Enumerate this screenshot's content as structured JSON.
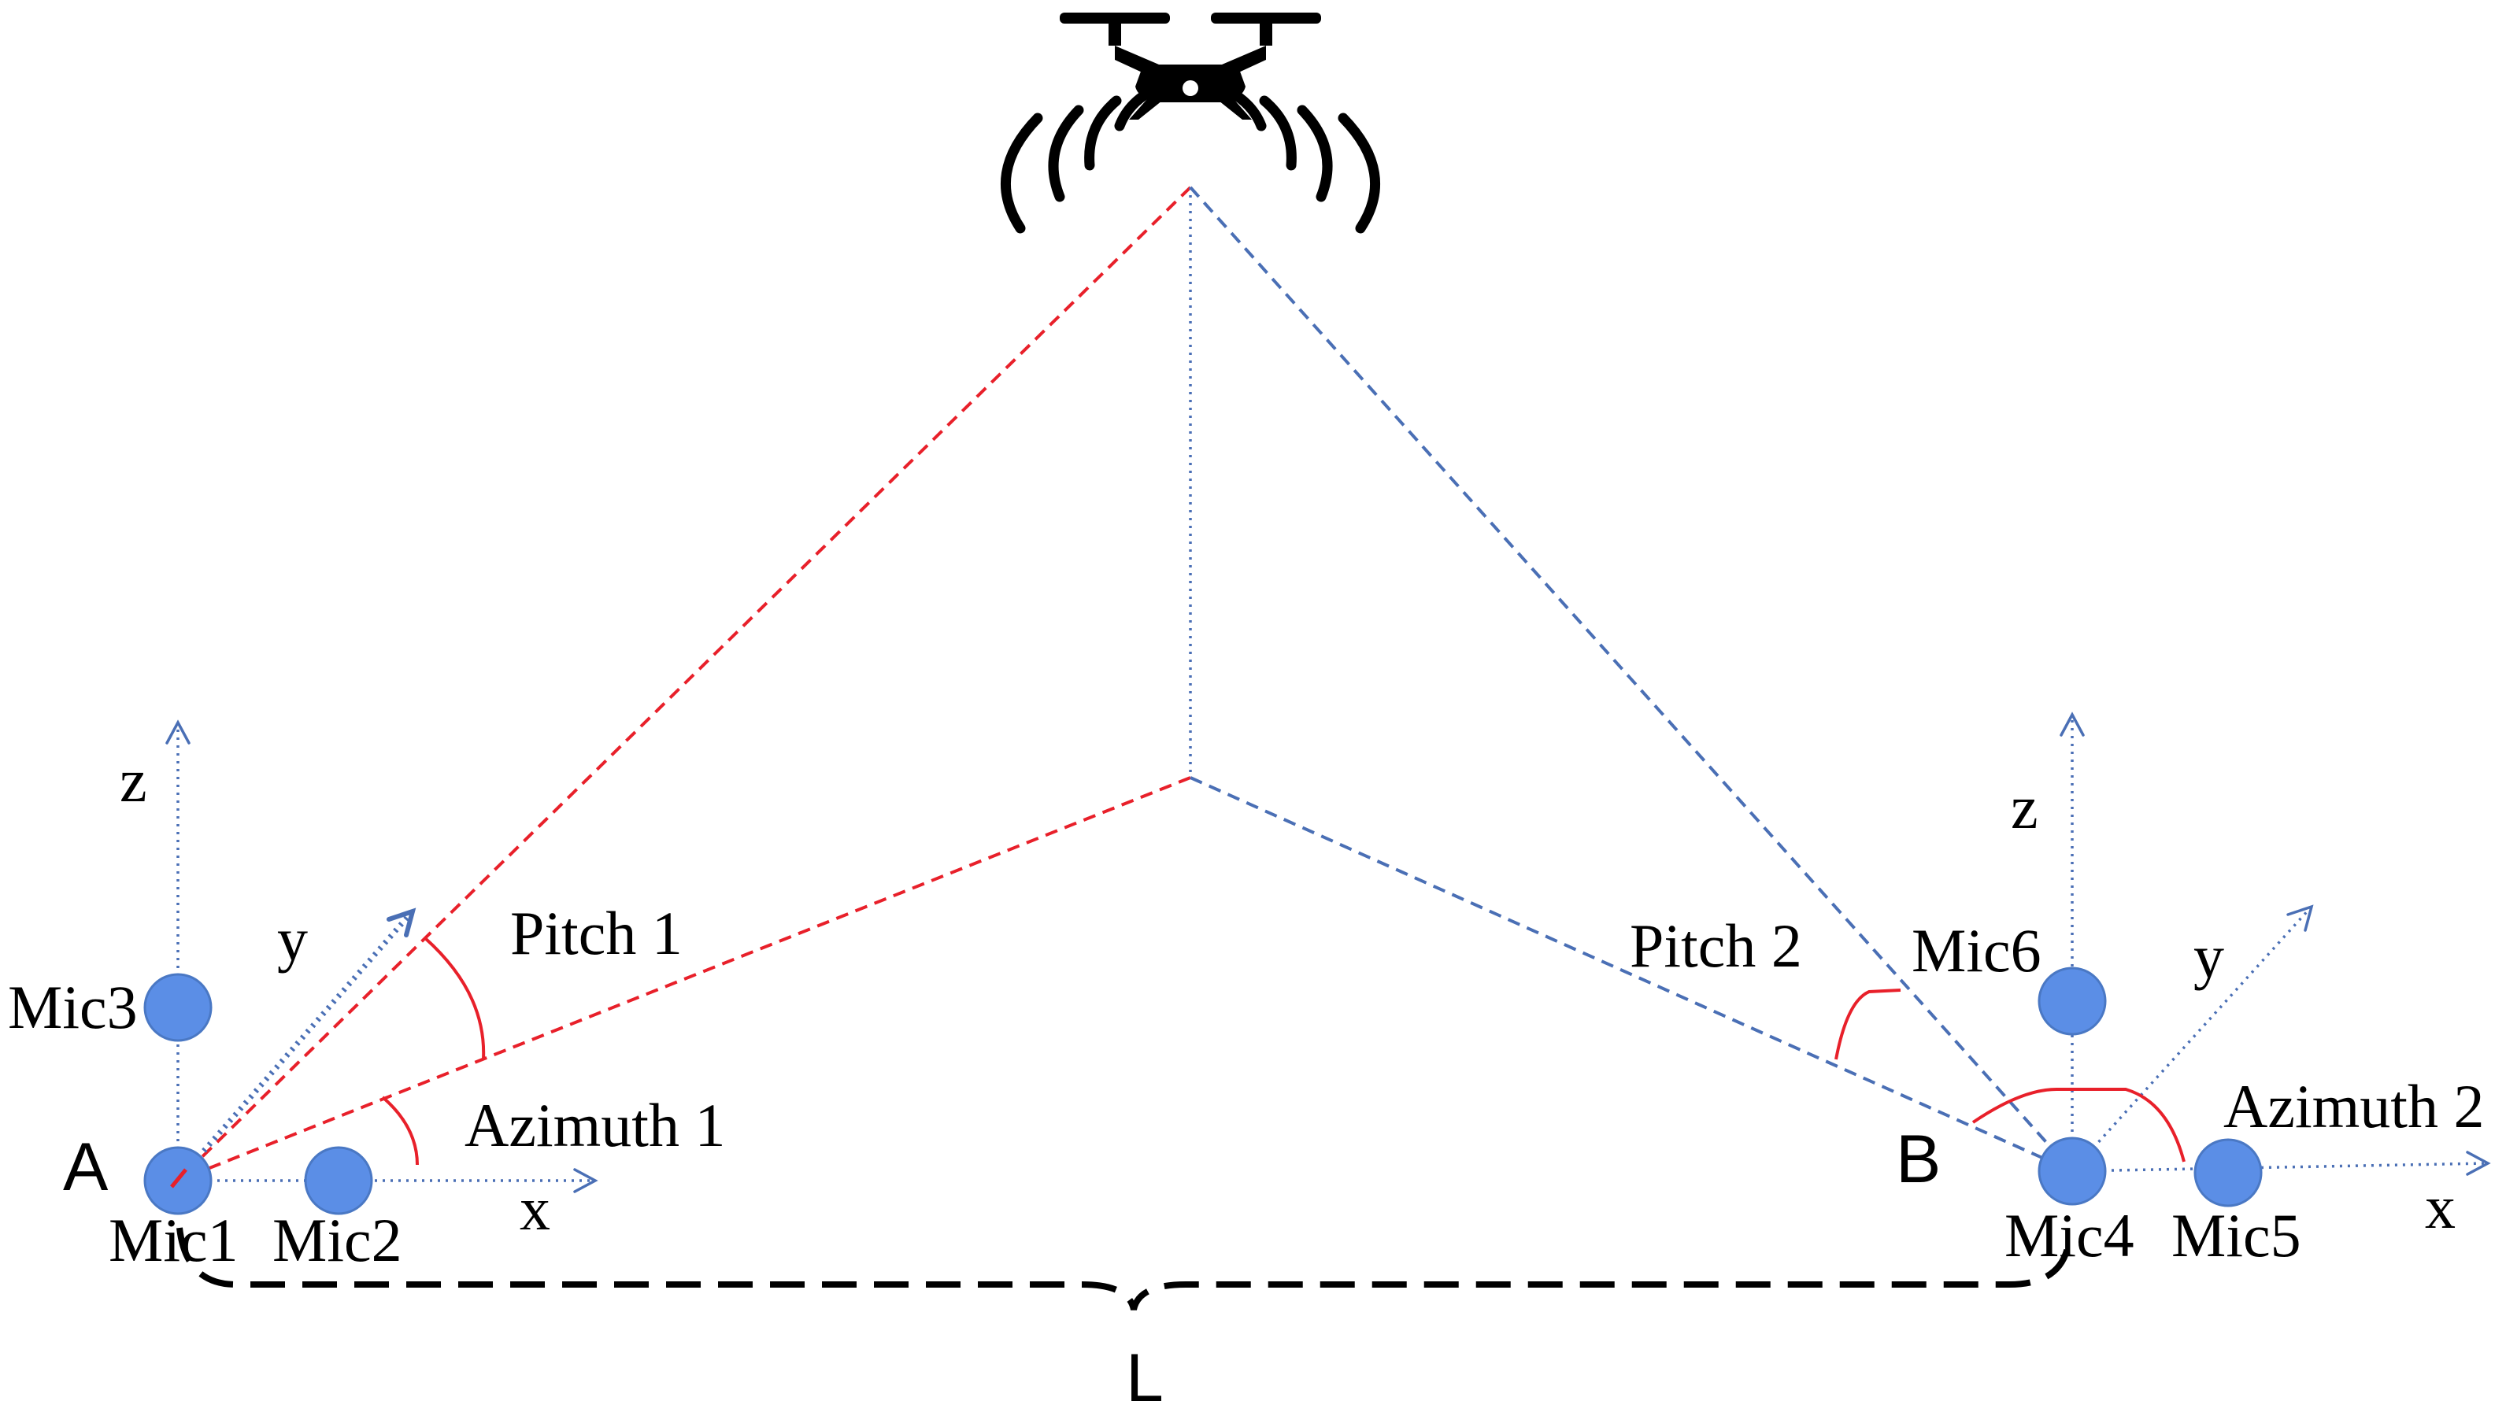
{
  "labels": {
    "point_a": "A",
    "point_b": "B",
    "distance": "L",
    "mic1": "Mic1",
    "mic2": "Mic2",
    "mic3": "Mic3",
    "mic4": "Mic4",
    "mic5": "Mic5",
    "mic6": "Mic6",
    "pitch1": "Pitch 1",
    "pitch2": "Pitch 2",
    "azimuth1": "Azimuth 1",
    "azimuth2": "Azimuth 2",
    "left_x": "x",
    "left_y": "y",
    "left_z": "z",
    "right_x": "x",
    "right_y": "y",
    "right_z": "z"
  },
  "icons": {
    "drone": "drone-icon",
    "sound": "sound-waves-icon"
  },
  "colors": {
    "mic_fill": "#5b8ee6",
    "axis_blue": "#4a6fb5",
    "line_red": "#e8202a",
    "text": "#000000"
  }
}
